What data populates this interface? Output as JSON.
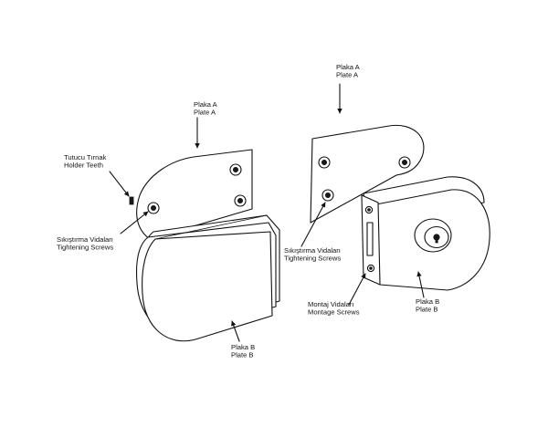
{
  "labels": {
    "left_plate_a": [
      "Plaka A",
      "Plate A"
    ],
    "holder_teeth": [
      "Tutucu Tırnak",
      "Holder Teeth"
    ],
    "left_tightening": [
      "Sıkıştırma Vidaları",
      "Tightening Screws"
    ],
    "left_plate_b": [
      "Plaka B",
      "Plate B"
    ],
    "right_plate_a": [
      "Plaka A",
      "Plate A"
    ],
    "right_tightening": [
      "Sıkıştırma Vidaları",
      "Tightening Screws"
    ],
    "mounting_screws": [
      "Montaj Vidaları",
      "Montage Screws"
    ],
    "right_plate_b": [
      "Plaka B",
      "Plate B"
    ]
  },
  "colors": {
    "line": "#111111",
    "background": "#ffffff"
  },
  "icons": [
    "screw-head-icon",
    "keyhole-icon",
    "arrow-icon"
  ]
}
